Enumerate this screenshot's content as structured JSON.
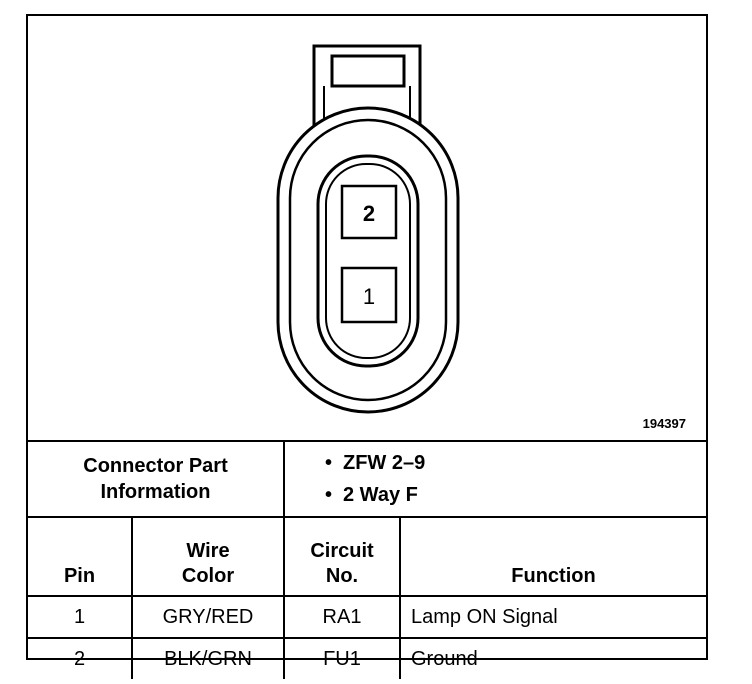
{
  "diagram": {
    "pins": [
      {
        "label": "2"
      },
      {
        "label": "1"
      }
    ],
    "figure_number": "194397"
  },
  "part_info": {
    "label_line1": "Connector Part",
    "label_line2": "Information",
    "items": [
      "ZFW 2–9",
      "2 Way F"
    ]
  },
  "table": {
    "headers": {
      "pin": "Pin",
      "wire_line1": "Wire",
      "wire_line2": "Color",
      "circuit_line1": "Circuit",
      "circuit_line2": "No.",
      "function": "Function"
    },
    "rows": [
      {
        "pin": "1",
        "wire": "GRY/RED",
        "circuit": "RA1",
        "function": "Lamp ON Signal"
      },
      {
        "pin": "2",
        "wire": "BLK/GRN",
        "circuit": "FU1",
        "function": "Ground"
      }
    ]
  }
}
